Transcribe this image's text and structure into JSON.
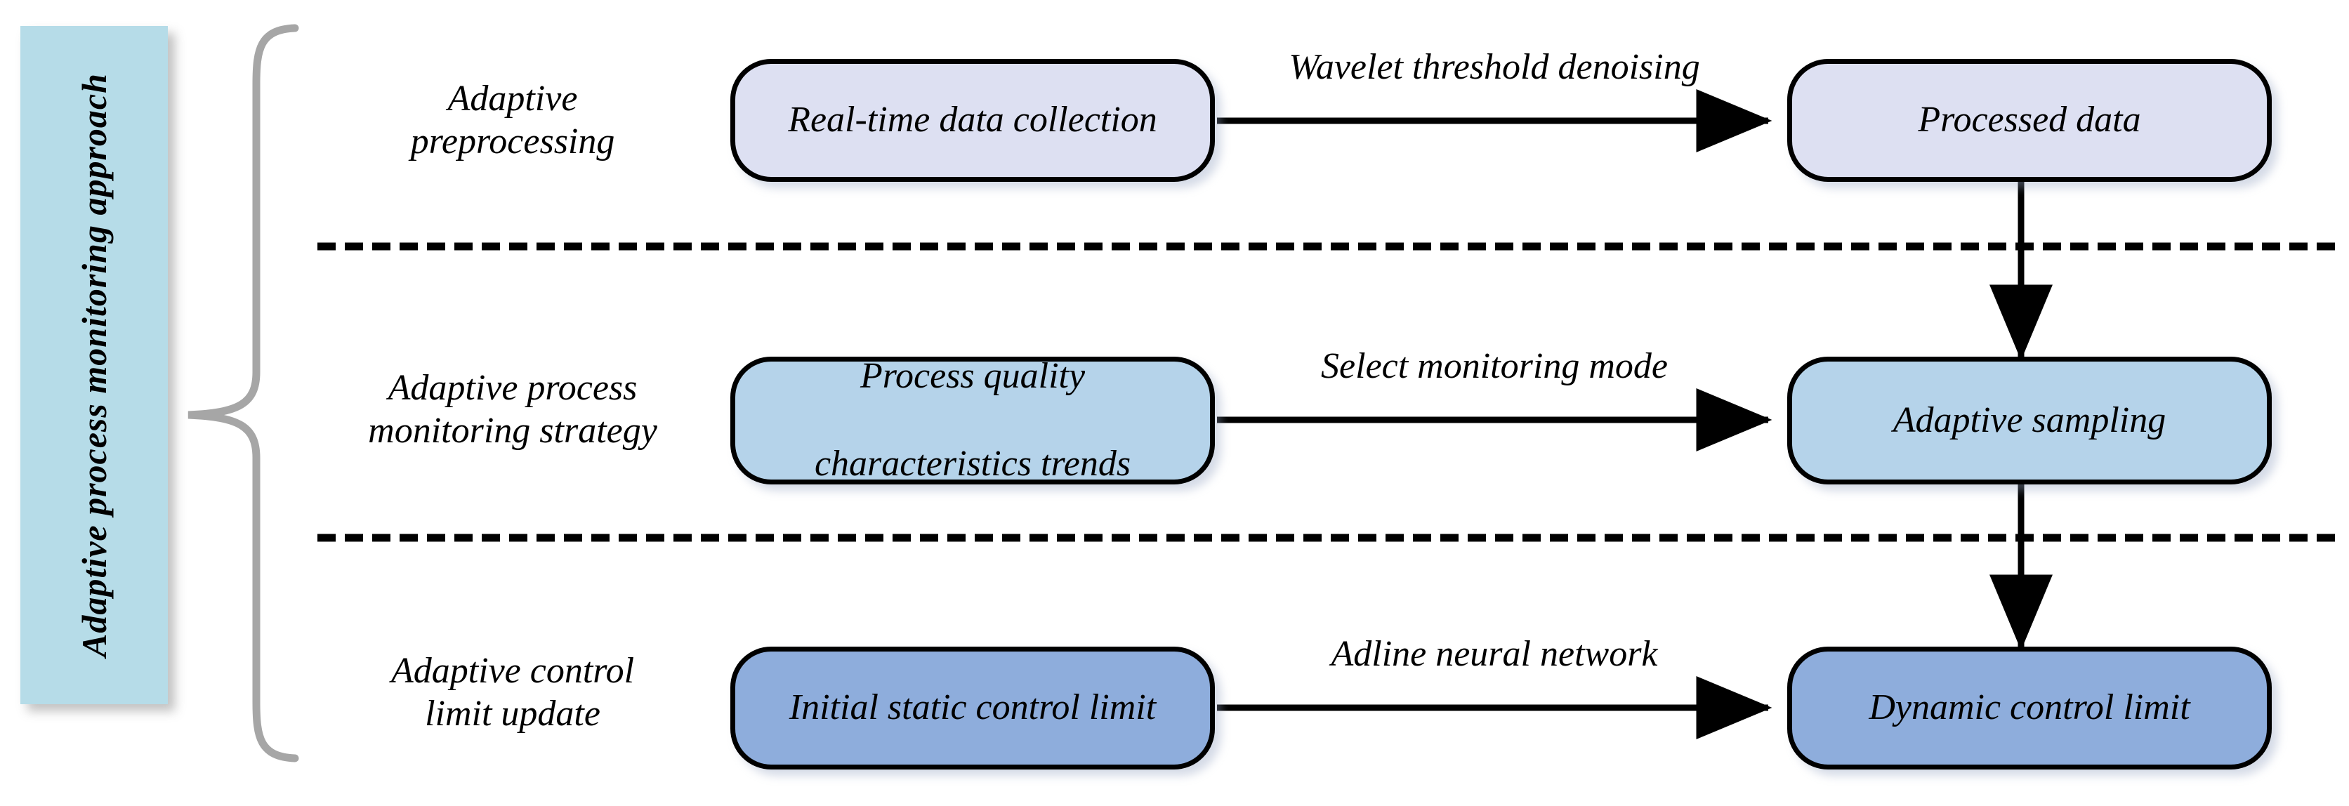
{
  "figure": {
    "title_vertical": "Adaptive process monitoring approach",
    "accent_banner_color": "#b6dce8",
    "brace_color": "#a6a6a6",
    "line_color": "#000000"
  },
  "stages": [
    {
      "id": "preprocessing",
      "label_lines": [
        "Adaptive",
        "preprocessing"
      ]
    },
    {
      "id": "strategy",
      "label_lines": [
        "Adaptive process",
        "monitoring strategy"
      ]
    },
    {
      "id": "control-limit",
      "label_lines": [
        "Adaptive control",
        "limit update"
      ]
    }
  ],
  "nodes": [
    {
      "id": "real-time-data-collection",
      "label_lines": [
        "Real-time data collection"
      ],
      "fill": "#dde0f2",
      "row": 1,
      "col": "left"
    },
    {
      "id": "processed-data",
      "label_lines": [
        "Processed data"
      ],
      "fill": "#dde0f2",
      "row": 1,
      "col": "right"
    },
    {
      "id": "process-quality-characteristics-trends",
      "label_lines": [
        "Process quality",
        "characteristics trends"
      ],
      "fill": "#b5d3ea",
      "row": 2,
      "col": "left"
    },
    {
      "id": "adaptive-sampling",
      "label_lines": [
        "Adaptive sampling"
      ],
      "fill": "#b5d3ea",
      "row": 2,
      "col": "right"
    },
    {
      "id": "initial-static-control-limit",
      "label_lines": [
        "Initial static control limit"
      ],
      "fill": "#8eaddc",
      "row": 3,
      "col": "left"
    },
    {
      "id": "dynamic-control-limit",
      "label_lines": [
        "Dynamic control limit"
      ],
      "fill": "#8eaddc",
      "row": 3,
      "col": "right"
    }
  ],
  "edges": [
    {
      "id": "edge-row1",
      "label": "Wavelet threshold denoising",
      "from": "real-time-data-collection",
      "to": "processed-data",
      "direction": "horizontal"
    },
    {
      "id": "edge-row2",
      "label": "Select monitoring mode",
      "from": "process-quality-characteristics-trends",
      "to": "adaptive-sampling",
      "direction": "horizontal"
    },
    {
      "id": "edge-row3",
      "label": "Adline neural network",
      "from": "initial-static-control-limit",
      "to": "dynamic-control-limit",
      "direction": "horizontal"
    },
    {
      "id": "edge-down1",
      "label": "",
      "from": "processed-data",
      "to": "adaptive-sampling",
      "direction": "vertical"
    },
    {
      "id": "edge-down2",
      "label": "",
      "from": "adaptive-sampling",
      "to": "dynamic-control-limit",
      "direction": "vertical"
    }
  ],
  "separators": [
    {
      "id": "separator-1",
      "style": "dashed"
    },
    {
      "id": "separator-2",
      "style": "dashed"
    }
  ]
}
